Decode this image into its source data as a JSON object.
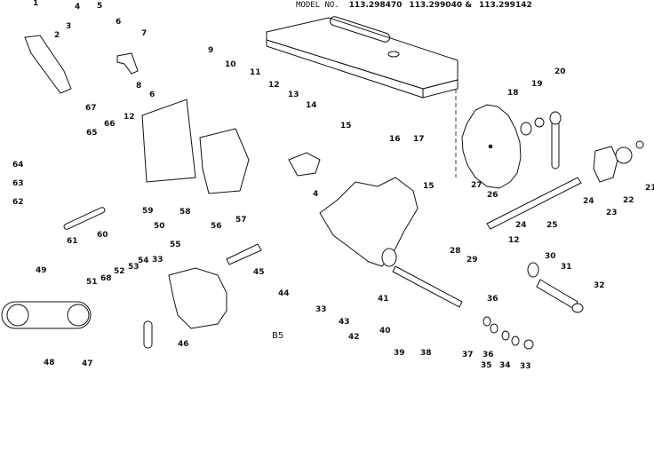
{
  "header": {
    "label": "MODEL NO.",
    "models": [
      "113.298470",
      "113.299040 &",
      "113.299142"
    ]
  },
  "figure_code": "B5",
  "part_numbers": {
    "p1": "1",
    "p2": "2",
    "p3": "3",
    "p4a": "4",
    "p4b": "4",
    "p5": "5",
    "p6a": "6",
    "p6b": "6",
    "p7": "7",
    "p8": "8",
    "p9": "9",
    "p10": "10",
    "p11": "11",
    "p12a": "12",
    "p12b": "12",
    "p12c": "12",
    "p13": "13",
    "p14": "14",
    "p15a": "15",
    "p15b": "15",
    "p16": "16",
    "p17": "17",
    "p18": "18",
    "p19": "19",
    "p20": "20",
    "p21": "21",
    "p22": "22",
    "p23": "23",
    "p24a": "24",
    "p24b": "24",
    "p25": "25",
    "p26": "26",
    "p27": "27",
    "p28": "28",
    "p29": "29",
    "p30": "30",
    "p31": "31",
    "p32": "32",
    "p33a": "33",
    "p33b": "33",
    "p33c": "33",
    "p34": "34",
    "p35": "35",
    "p36a": "36",
    "p36b": "36",
    "p37": "37",
    "p38": "38",
    "p39": "39",
    "p40": "40",
    "p41": "41",
    "p42": "42",
    "p43": "43",
    "p44": "44",
    "p45": "45",
    "p46": "46",
    "p47": "47",
    "p48": "48",
    "p49": "49",
    "p50": "50",
    "p51": "51",
    "p52": "52",
    "p53": "53",
    "p54": "54",
    "p55": "55",
    "p56": "56",
    "p57": "57",
    "p58": "58",
    "p59": "59",
    "p60": "60",
    "p61": "61",
    "p62": "62",
    "p63": "63",
    "p64": "64",
    "p65": "65",
    "p66": "66",
    "p67": "67",
    "p68": "68"
  }
}
